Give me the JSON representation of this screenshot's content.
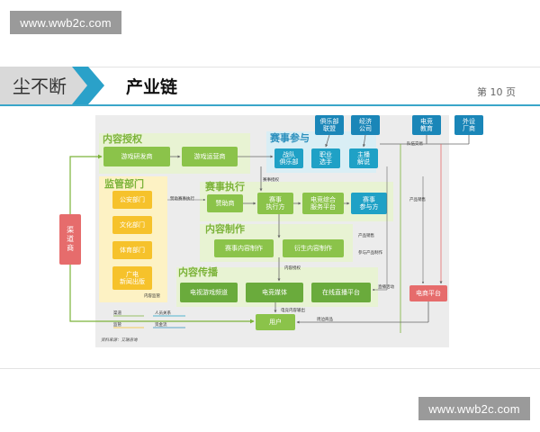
{
  "watermarks": {
    "top": "www.wwb2c.com",
    "bottom": "www.wwb2c.com"
  },
  "header": {
    "brand": "尘不断",
    "title": "产业链",
    "page": "第 10 页"
  },
  "sections": {
    "content_license": "内容授权",
    "regulators": "监管部门",
    "event_execution": "赛事执行",
    "content_production": "内容制作",
    "content_distribution": "内容传播",
    "event_participation": "赛事参与"
  },
  "boxes": {
    "channel": "渠道商",
    "game_dev": "游戏研发商",
    "game_ops": "游戏运营商",
    "public_security": "公安部门",
    "culture_dept": "文化部门",
    "sports_dept": "体育部门",
    "radio_tv": "广电\n新闻出版",
    "sponsor": "赞助商",
    "event_exec": "赛事\n执行方",
    "esports_platform": "电竞综合\n服务平台",
    "event_participant": "赛事\n参与方",
    "event_content": "赛事内容制作",
    "derived_content": "衍生内容制作",
    "tv_channel": "电视游戏频道",
    "esports_media": "电竞媒体",
    "live_platform": "在线直播平台",
    "user": "用户",
    "club_league": "俱乐部\n联盟",
    "economic_co": "经济\n公司",
    "esports_edu": "电竞\n教育",
    "peripheral": "外设\n厂商",
    "team_club": "战队\n俱乐部",
    "pro_player": "职业\n选手",
    "host": "主播\n解说",
    "ecommerce": "电商平台"
  },
  "labels": {
    "talent_trade": "队伍交易",
    "event_license": "赛事授权",
    "sponsor_exec": "赞助赛事执行",
    "product_sales": "产品销售",
    "product_sales2": "产品销售",
    "participate_product": "参与产品制作",
    "content_authorize": "内容授权",
    "live_activity": "直播活动",
    "content_regulation": "内容监管",
    "esports_content_out": "电竞内容输出",
    "channel_label": "渠道",
    "personnel": "人员关系",
    "regulation": "监管",
    "info_flow": "资金流",
    "equip_products": "周边商品"
  },
  "source": "资料来源：艾瑞咨询"
}
